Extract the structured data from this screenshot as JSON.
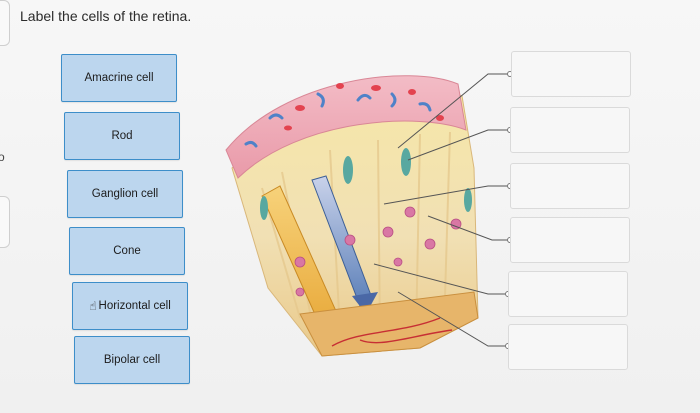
{
  "prompt": "Label the cells of the retina.",
  "edge_glyph": "o",
  "labels": [
    {
      "text": "Amacrine cell"
    },
    {
      "text": "Rod"
    },
    {
      "text": "Ganglion cell"
    },
    {
      "text": "Cone"
    },
    {
      "text": "Horizontal cell",
      "cursor_icon": "hand-pointer-icon"
    },
    {
      "text": "Bipolar cell"
    }
  ],
  "drop_targets": [
    {
      "value": ""
    },
    {
      "value": ""
    },
    {
      "value": ""
    },
    {
      "value": ""
    },
    {
      "value": ""
    },
    {
      "value": ""
    }
  ],
  "colors": {
    "card_fill": "#bcd6ee",
    "card_border": "#3d8ec9",
    "leader_line": "#555555",
    "blood_layer": "#f1b3bf",
    "cone_yellow": "#e8a93a",
    "rod_blue": "#5b7fb8"
  }
}
